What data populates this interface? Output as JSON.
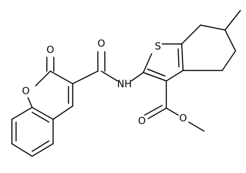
{
  "colors": {
    "background": "#ffffff",
    "bond": "#000000",
    "atom_label": "#000000"
  },
  "atom_labels": {
    "coumarin_carbonyl_oxygen": "O",
    "coumarin_ring_oxygen": "O",
    "amide_carbonyl_oxygen": "O",
    "amide_nitrogen": "NH",
    "thiophene_sulfur": "S",
    "ester_carbonyl_oxygen": "O",
    "ester_alkoxy_oxygen": "O"
  }
}
